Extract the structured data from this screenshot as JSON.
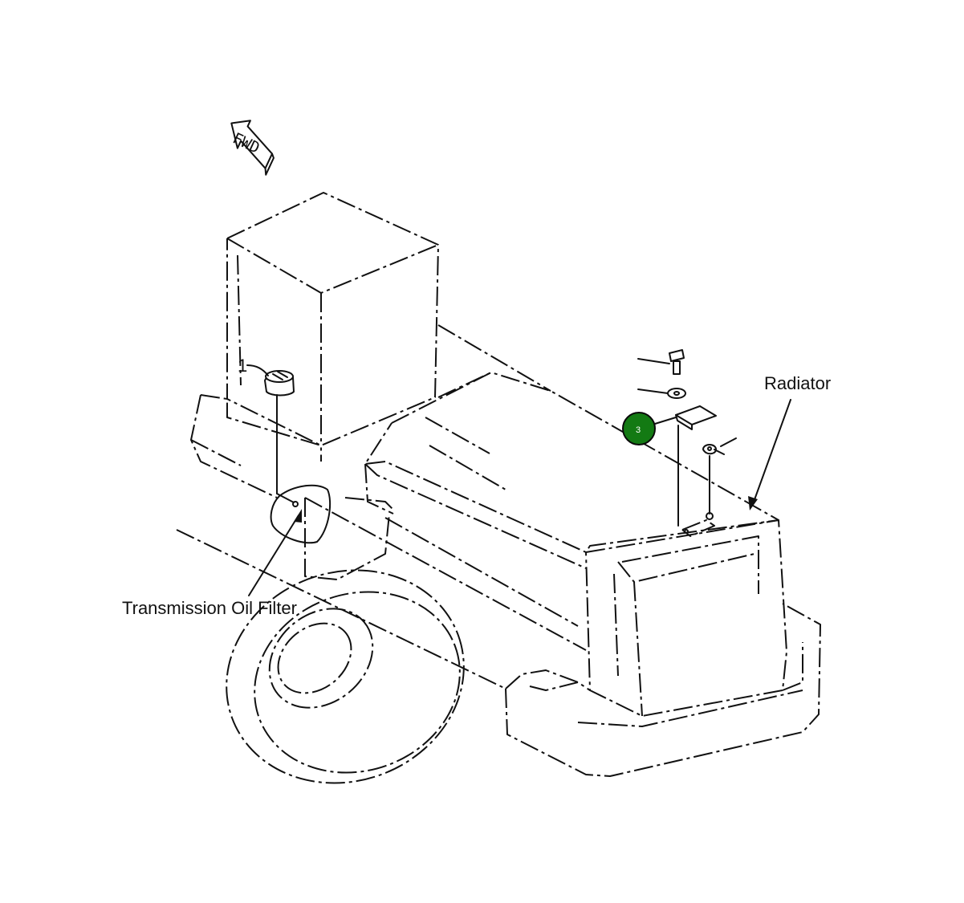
{
  "diagram": {
    "labels": {
      "fwd": "FWD",
      "item_1": "1",
      "radiator": "Radiator",
      "transmission_oil_filter": "Transmission Oil Filter"
    },
    "callout": {
      "number": "3",
      "color": "#137a13"
    }
  }
}
